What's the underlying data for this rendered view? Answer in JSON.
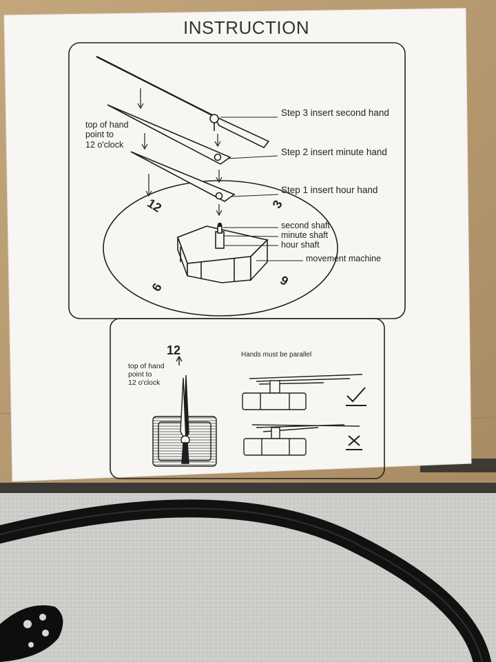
{
  "sheet": {
    "title": "INSTRUCTION"
  },
  "steps": [
    {
      "label": "Step 3  insert second hand"
    },
    {
      "label": "Step 2  insert minute hand"
    },
    {
      "label": "Step 1  insert hour hand"
    }
  ],
  "parts": {
    "second_shaft": "second shaft",
    "minute_shaft": "minute shaft",
    "hour_shaft": "hour shaft",
    "movement": "movement  machine"
  },
  "top_note": "top of hand\npoint to\n12 o'clock",
  "dial_numbers": {
    "twelve": "12",
    "three": "3",
    "six": "6",
    "nine": "9"
  },
  "bottom_panel": {
    "number_12": "12",
    "note": "top of hand\npoint to\n12 o'clock",
    "parallel_note": "Hands must be parallel",
    "correct_mark": "check-icon",
    "wrong_mark": "cross-icon"
  },
  "colors": {
    "cardboard": "#b89b74",
    "paper": "#f7f6f2",
    "ink": "#1e1e1e",
    "carpet": "#cfd0cc",
    "frame": "#111111"
  }
}
